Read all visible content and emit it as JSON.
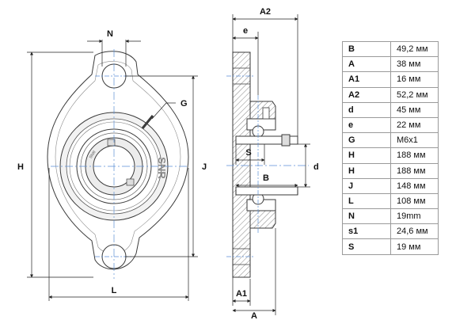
{
  "drawing": {
    "front_view": {
      "dimensions": {
        "N": "N",
        "G": "G",
        "H": "H",
        "J": "J",
        "L": "L"
      },
      "housing_marking": "SNR",
      "insert_marking": "SNR"
    },
    "side_view": {
      "dimensions": {
        "A2": "A2",
        "e": "e",
        "S": "S",
        "B": "B",
        "d": "d",
        "A1": "A1",
        "A": "A"
      }
    }
  },
  "specs": [
    {
      "key": "B",
      "value": "49,2 мм"
    },
    {
      "key": "A",
      "value": "38 мм"
    },
    {
      "key": "A1",
      "value": "16 мм"
    },
    {
      "key": "A2",
      "value": "52,2 мм"
    },
    {
      "key": "d",
      "value": "45 мм"
    },
    {
      "key": "e",
      "value": "22 мм"
    },
    {
      "key": "G",
      "value": "M6x1"
    },
    {
      "key": "H",
      "value": "188 мм"
    },
    {
      "key": "H",
      "value": "188 мм"
    },
    {
      "key": "J",
      "value": "148 мм"
    },
    {
      "key": "L",
      "value": "108 мм"
    },
    {
      "key": "N",
      "value": "19mm"
    },
    {
      "key": "s1",
      "value": "24,6 мм"
    },
    {
      "key": "S",
      "value": "19 мм"
    }
  ],
  "colors": {
    "line": "#3a3a3a",
    "hatch": "#555555",
    "center": "#5b8fd6",
    "table_border": "#9a9a9a"
  }
}
